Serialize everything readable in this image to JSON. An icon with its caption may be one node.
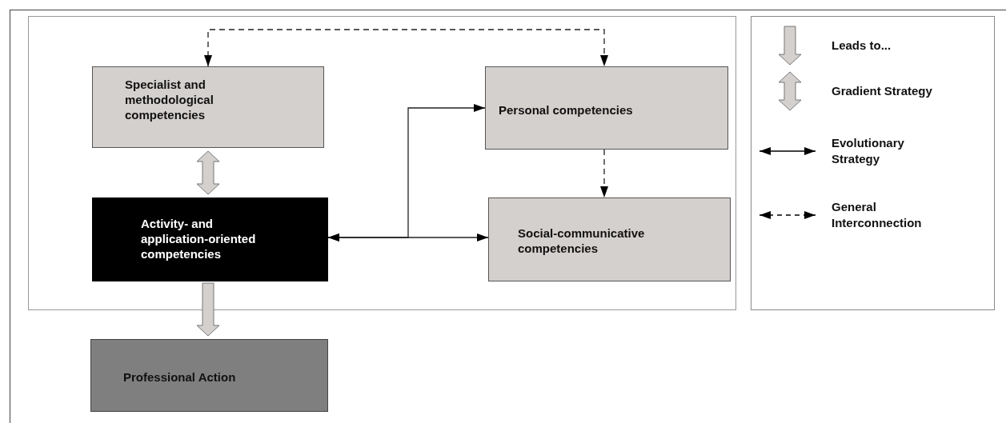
{
  "diagram": {
    "nodes": [
      {
        "text": [],
        "shape": "box"
      },
      {
        "text": [
          "Specialist and methodological competencies"
        ],
        "in": 0
      },
      {
        "text": [
          "Personal competencies"
        ],
        "in": 0
      },
      {
        "text": [
          "Activity- and application-oriented competencies"
        ],
        "in": 0
      },
      {
        "text": [
          "Social-communicative competencies"
        ],
        "in": 0
      },
      {
        "text": [
          "Professional Action"
        ]
      }
    ],
    "edges": [
      {
        "from": 1,
        "to": 2,
        "arrow": "both",
        "style": "dashed"
      },
      {
        "from": 1,
        "to": 3,
        "arrow": "both",
        "style": "thick"
      },
      {
        "from": 3,
        "to": 2,
        "arrow": "both"
      },
      {
        "from": 3,
        "to": 4,
        "arrow": "both"
      },
      {
        "from": 2,
        "to": 4,
        "arrow": "to",
        "style": "dashed"
      },
      {
        "from": 3,
        "to": 5,
        "arrow": "to",
        "style": "thick"
      }
    ],
    "legend": [
      {
        "text": "Leads to..."
      },
      {
        "text": "Gradient Strategy"
      },
      {
        "text": "Evolutionary Strategy"
      },
      {
        "text": "General Interconnection"
      }
    ]
  }
}
